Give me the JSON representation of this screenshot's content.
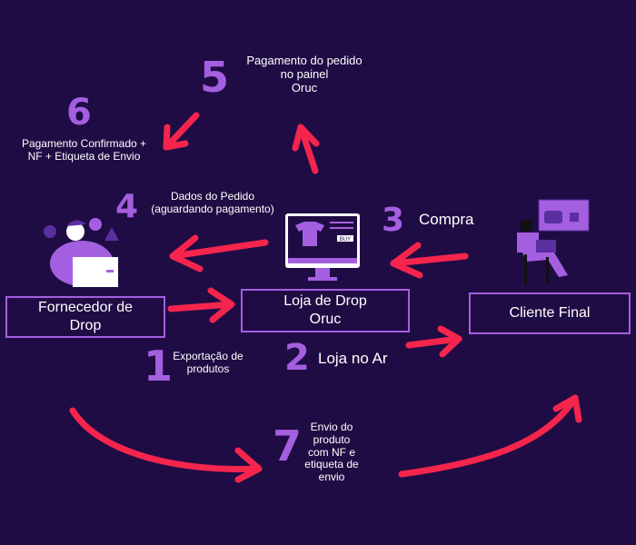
{
  "colors": {
    "background": "#200c44",
    "accent": "#a45fe0",
    "arrow": "#f5254d"
  },
  "nodes": {
    "supplier": "Fornecedor de Drop",
    "store_line1": "Loja de Drop",
    "store_line2": "Oruc",
    "client": "Cliente Final"
  },
  "steps": [
    {
      "number": "1",
      "text": "Exportação de produtos"
    },
    {
      "number": "2",
      "text": "Loja no Ar"
    },
    {
      "number": "3",
      "text": "Compra"
    },
    {
      "number": "4",
      "line1": "Dados do Pedido",
      "line2": "(aguardando pagamento)"
    },
    {
      "number": "5",
      "line1": "Pagamento do pedido",
      "line2": "no painel",
      "line3": "Oruc"
    },
    {
      "number": "6",
      "line1": "Pagamento Confirmado +",
      "line2": "NF + Etiqueta de Envio"
    },
    {
      "number": "7",
      "text": "Envio do produto com NF e etiqueta de envio"
    }
  ],
  "illustrations": {
    "buy_button": "BUY"
  }
}
